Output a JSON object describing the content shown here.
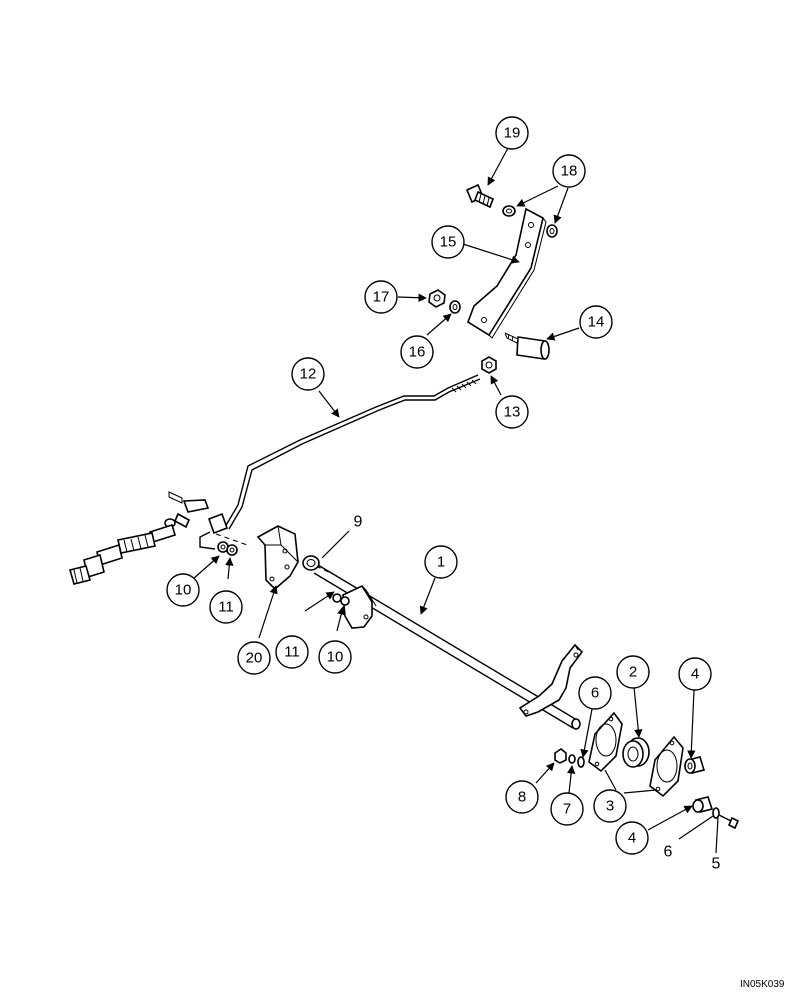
{
  "diagram": {
    "code": "IN05K039",
    "callouts": [
      "19",
      "18",
      "15",
      "17",
      "16",
      "14",
      "12",
      "13",
      "9",
      "1",
      "10",
      "11",
      "20",
      "11",
      "10",
      "6",
      "2",
      "4",
      "8",
      "7",
      "3",
      "4"
    ],
    "plain_labels": [
      "9",
      "6",
      "5"
    ]
  }
}
